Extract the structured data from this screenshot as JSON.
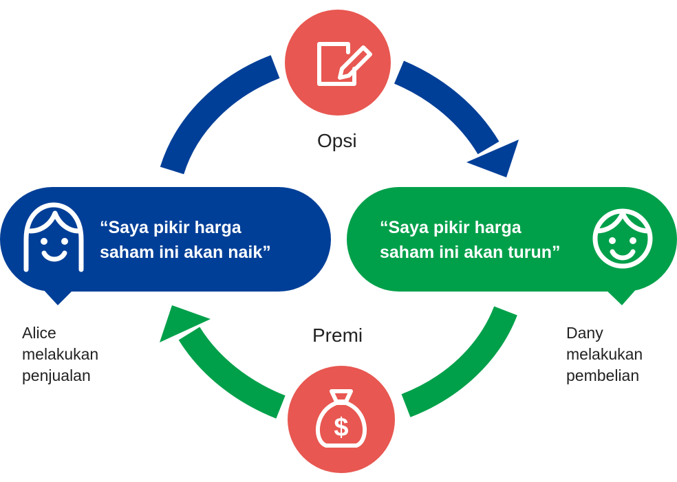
{
  "colors": {
    "seller_blue": "#003f98",
    "buyer_green": "#00a04a",
    "icon_red": "#e85751",
    "text_dark": "#222222",
    "icon_white": "#ffffff"
  },
  "icons": {
    "top": "document-pen-icon",
    "bottom": "money-bag-dollar-icon",
    "left_face": "face-icon",
    "right_face": "face-icon"
  },
  "labels": {
    "option": "Opsi",
    "premium": "Premi",
    "seller": "Alice\nmelakukan\npenjualan",
    "buyer": "Dany\nmelakukan\npembelian"
  },
  "bubbles": {
    "seller_quote": "“Saya pikir harga\nsaham ini akan naik”",
    "buyer_quote": "“Saya pikir harga\nsaham ini akan turun”"
  }
}
